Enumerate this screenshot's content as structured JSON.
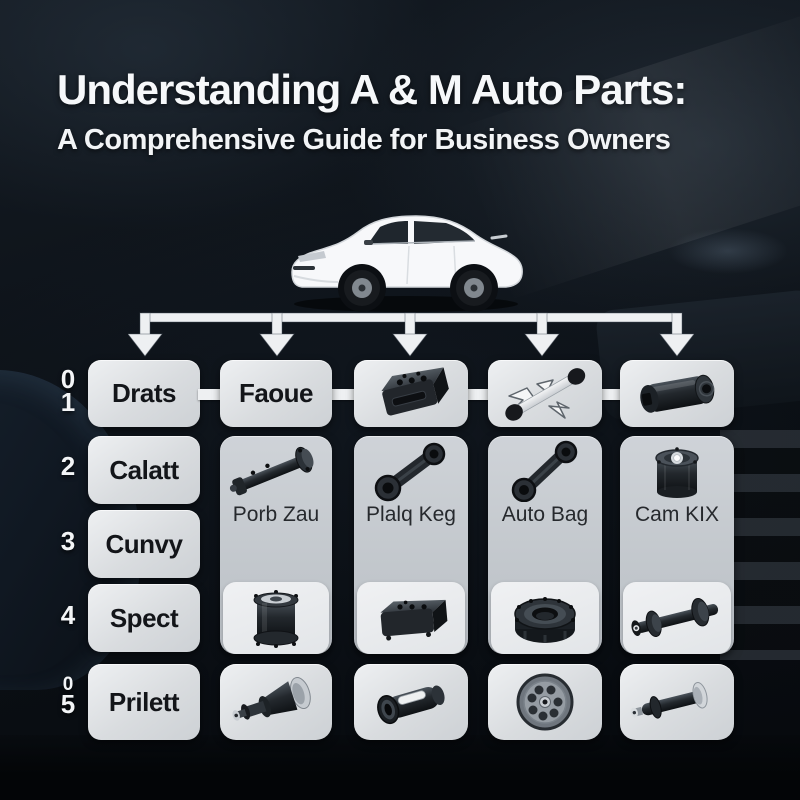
{
  "title": {
    "line1": "Understanding A & M Auto Parts:",
    "line2": "A Comprehensive Guide for Business Owners"
  },
  "hero": {
    "illustration": "white-sedan-car"
  },
  "connector": {
    "style": "bracket-with-down-arrows",
    "arrow_count": 5
  },
  "row_labels": [
    {
      "numbers": [
        "0",
        "1"
      ],
      "label": "Drats"
    },
    {
      "numbers": [
        "2"
      ],
      "label": "Calatt"
    },
    {
      "numbers": [
        "3"
      ],
      "label": "Cunvy"
    },
    {
      "numbers": [
        "4"
      ],
      "label": "Spect"
    },
    {
      "numbers": [
        "0",
        "5"
      ],
      "label": "Prilett"
    }
  ],
  "flow_row": {
    "label_cell": "Faoue",
    "part_icons": [
      "engine-block-icon",
      "axle-with-bracket-icon",
      "sleeve-cylinder-icon"
    ]
  },
  "part_columns": [
    {
      "label": "Porb Zau",
      "top_icon": "drive-shaft-icon",
      "middle_icon": "drum-canister-icon",
      "bottom_icon": "hub-cone-shaft-icon"
    },
    {
      "label": "Plalq Keg",
      "top_icon": "connecting-rod-icon",
      "middle_icon": "engine-block-icon",
      "bottom_icon": "bushing-sleeve-icon"
    },
    {
      "label": "Auto Bag",
      "top_icon": "connecting-rod-icon",
      "middle_icon": "round-gear-housing-icon",
      "bottom_icon": "pulley-wheel-icon"
    },
    {
      "label": "Cam KIX",
      "top_icon": "filter-canister-icon",
      "middle_icon": "collared-roller-shaft-icon",
      "bottom_icon": "flanged-shaft-icon"
    }
  ],
  "colors": {
    "background": "#0b0f14",
    "box": "#dfe2e5",
    "tall_card": "#c5cacf",
    "inner_box": "#e9ebed",
    "text_dark": "#17191d",
    "text_light": "#f4f6f8",
    "connector": "#eef0f2"
  }
}
